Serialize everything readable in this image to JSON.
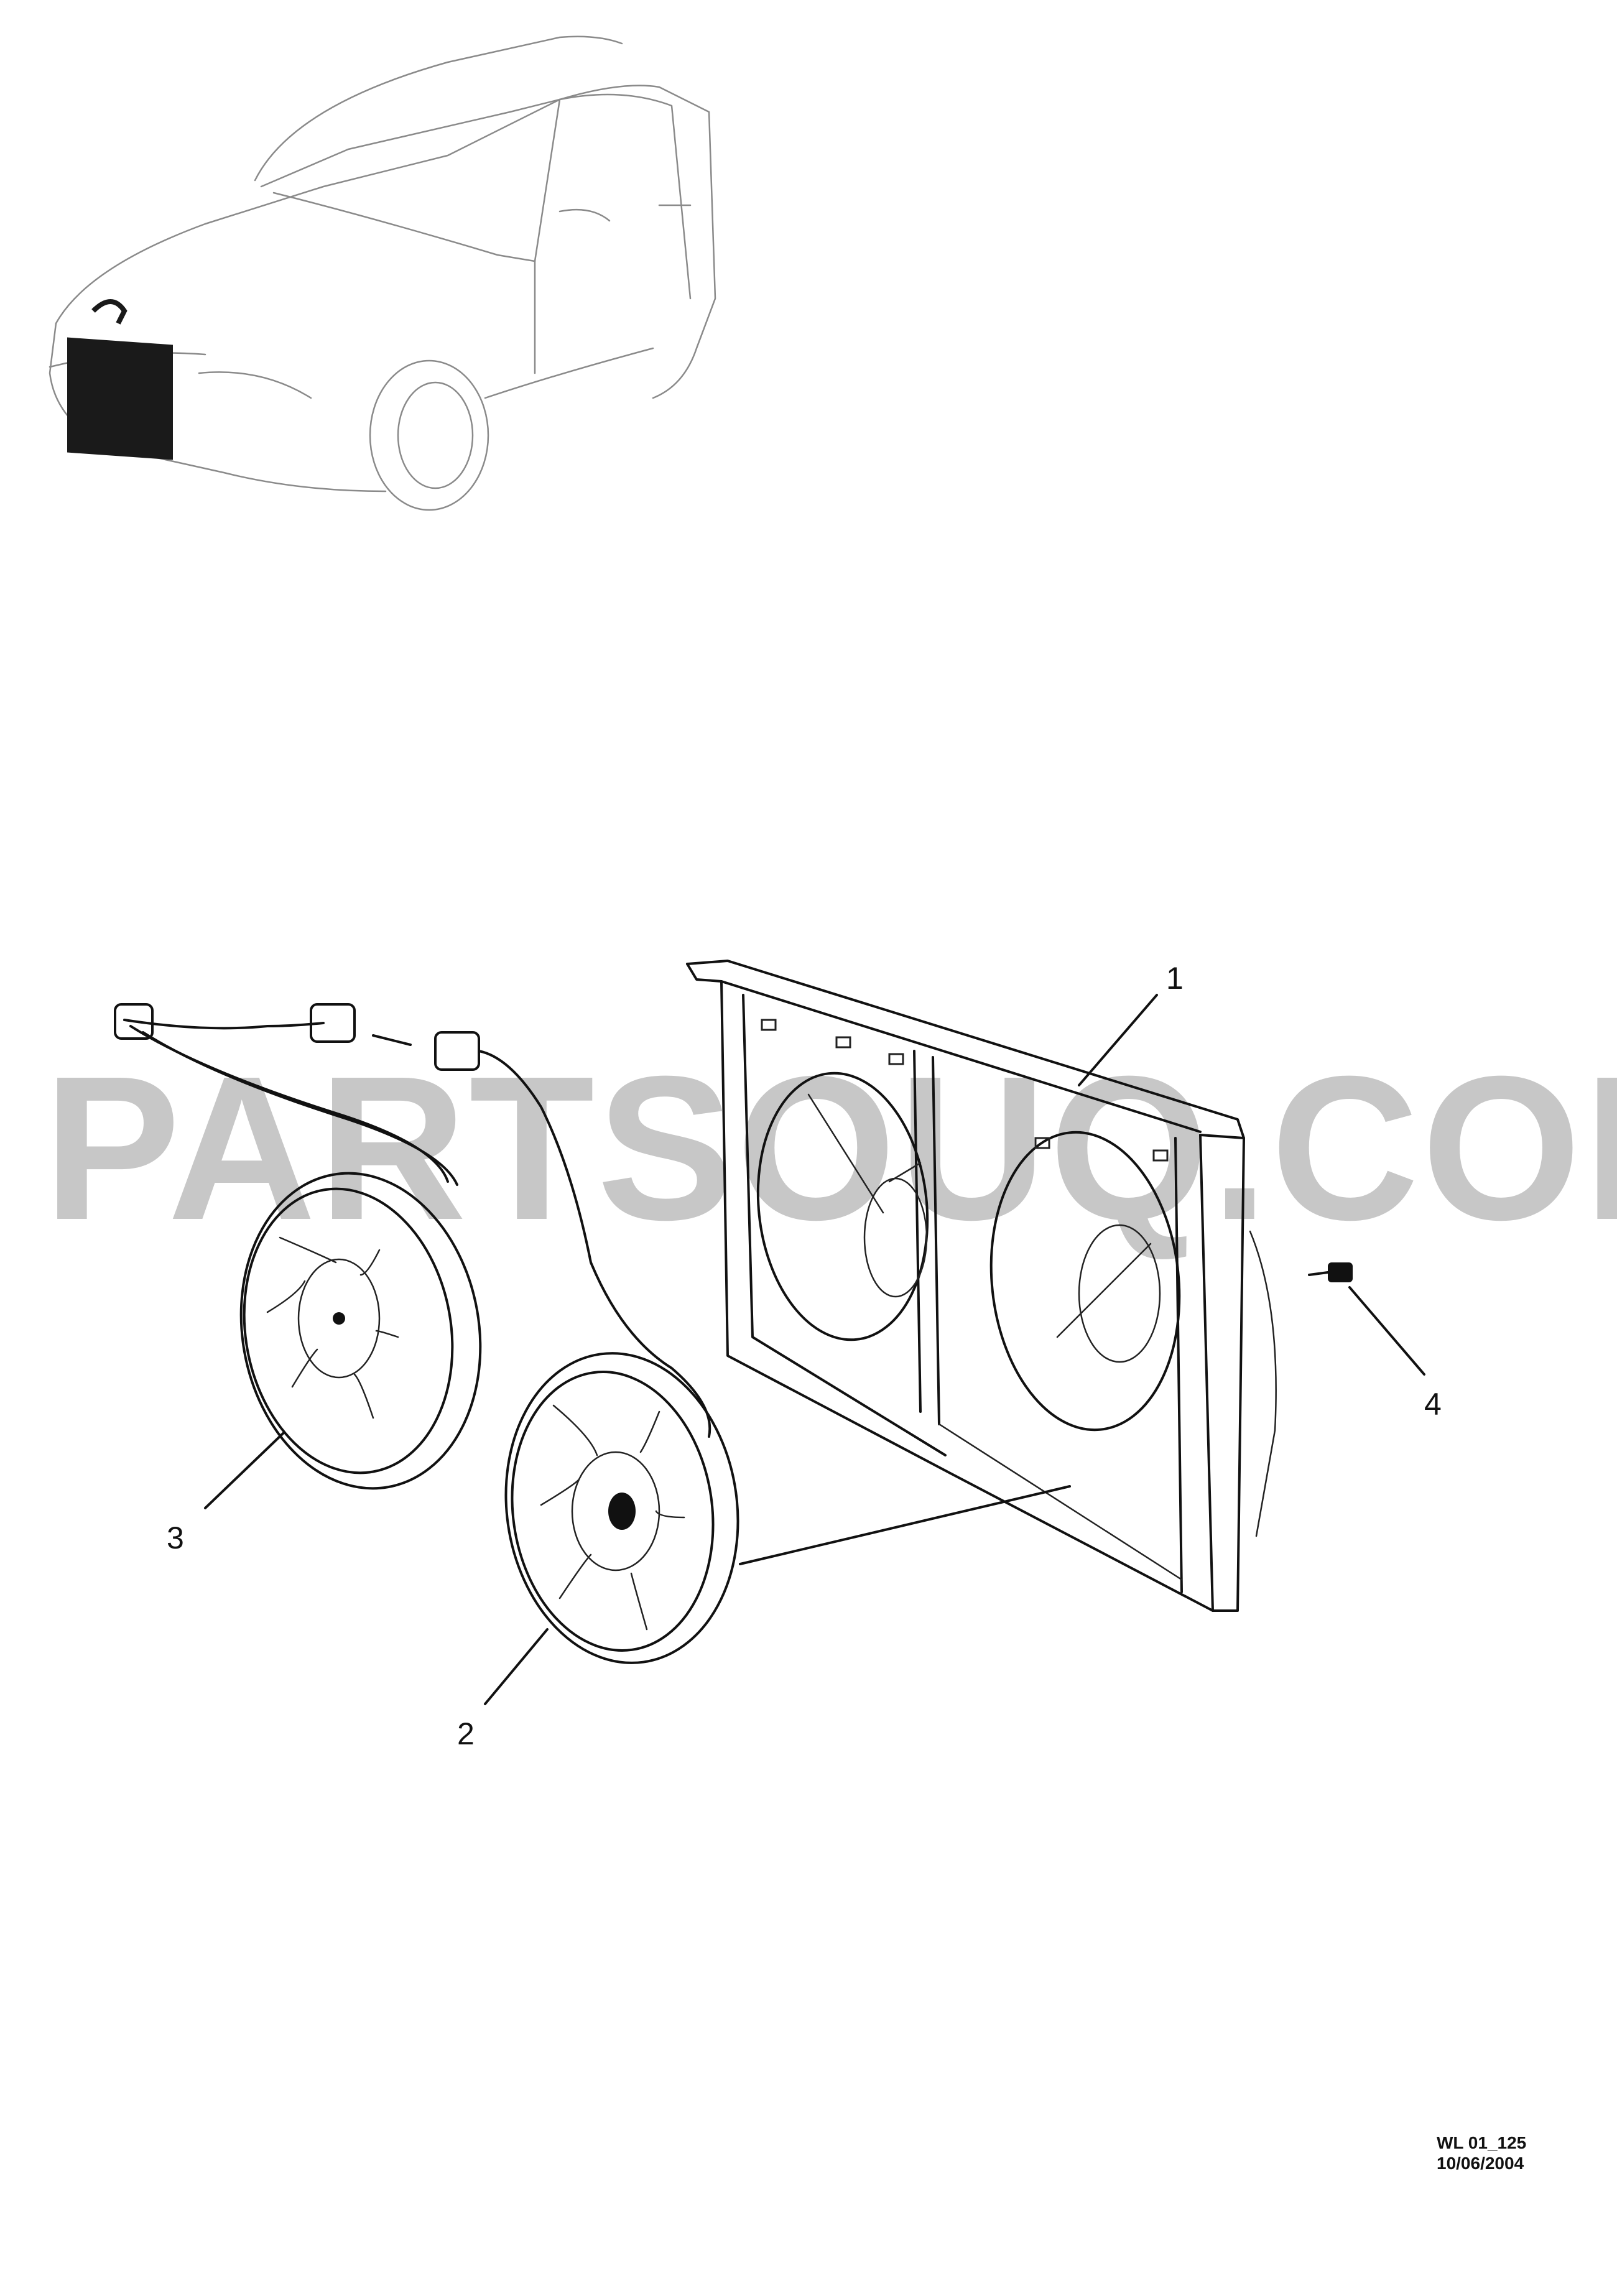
{
  "diagram": {
    "watermark": "PARTSOUQ.COM",
    "callouts": [
      {
        "id": "callout-1",
        "label": "1"
      },
      {
        "id": "callout-2",
        "label": "2"
      },
      {
        "id": "callout-3",
        "label": "3"
      },
      {
        "id": "callout-4",
        "label": "4"
      }
    ],
    "reference": {
      "code": "WL 01_125",
      "date": "10/06/2004"
    }
  },
  "icons": [
    "vehicle-location-icon",
    "fan-shroud-icon",
    "fan-motor-icon",
    "bolt-icon",
    "wiring-harness-icon"
  ]
}
